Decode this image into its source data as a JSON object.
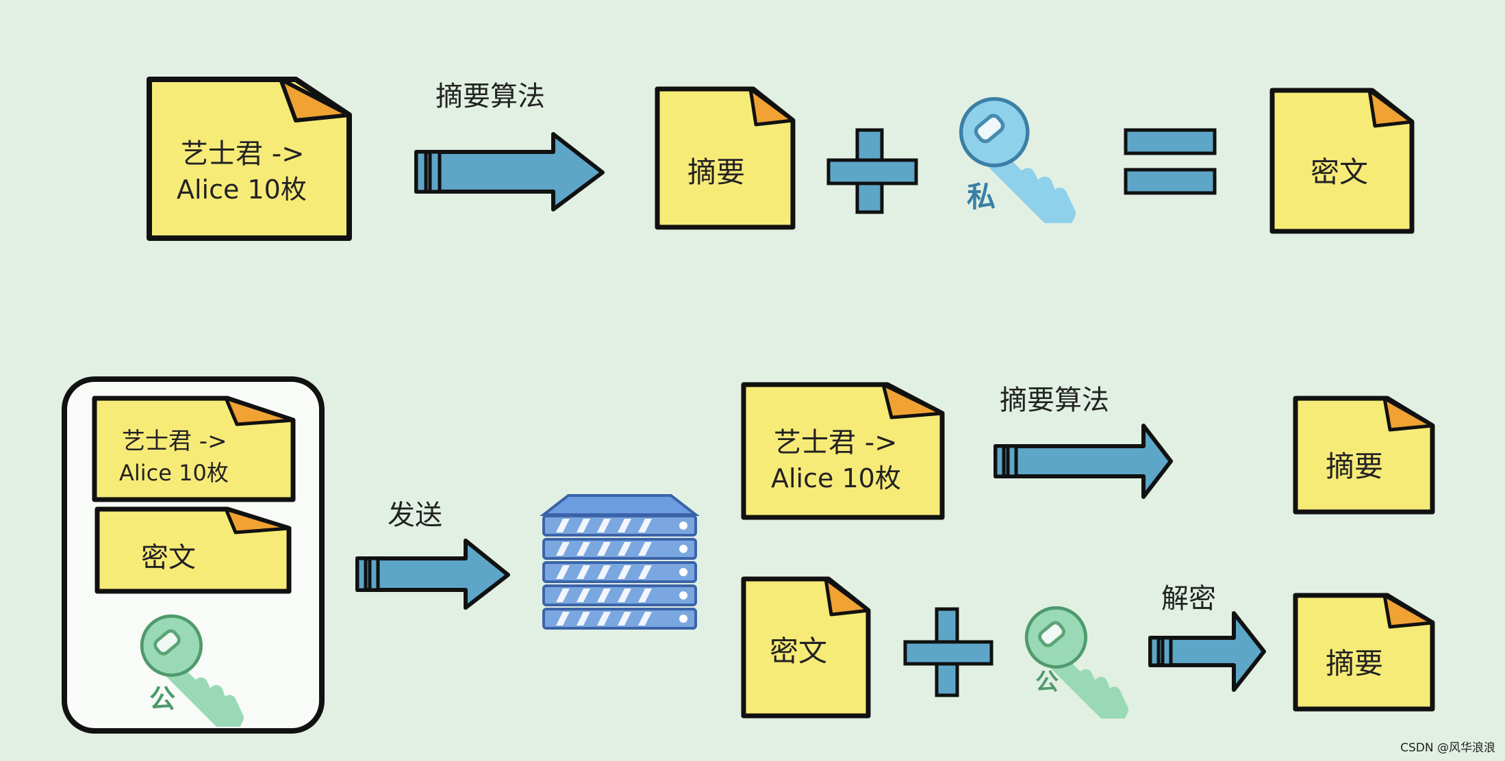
{
  "colors": {
    "background": "#e1f0e3",
    "note_fill": "#f7eb78",
    "note_corner": "#f0a233",
    "outline": "#111111",
    "arrow_fill": "#5da6c8",
    "private_key_fill": "#8fd0ea",
    "private_key_stroke": "#3a7fa6",
    "public_key_fill": "#9ad9b6",
    "public_key_stroke": "#4f9a6c",
    "server_fill": "#7ba7e0",
    "server_top": "#6c9de0",
    "panel_fill": "#f8fbf7"
  },
  "top_row": {
    "message_line1": "艺士君 ->",
    "message_line2": "Alice 10枚",
    "arrow_label": "摘要算法",
    "digest_label": "摘要",
    "key_label": "私",
    "key_icon": "private-key-icon",
    "result_label": "密文"
  },
  "bottom_left": {
    "message_line1": "艺士君 ->",
    "message_line2": "Alice 10枚",
    "cipher_label": "密文",
    "key_label": "公",
    "key_icon": "public-key-icon"
  },
  "send": {
    "label": "发送",
    "server_icon": "server-icon"
  },
  "bottom_right": {
    "message_line1": "艺士君 ->",
    "message_line2": "Alice 10枚",
    "arrow_label": "摘要算法",
    "digest_label": "摘要",
    "cipher_label": "密文",
    "key_label": "公",
    "key_icon": "public-key-icon",
    "decrypt_label": "解密",
    "decrypted_label": "摘要"
  },
  "watermark": "CSDN @风华浪浪"
}
